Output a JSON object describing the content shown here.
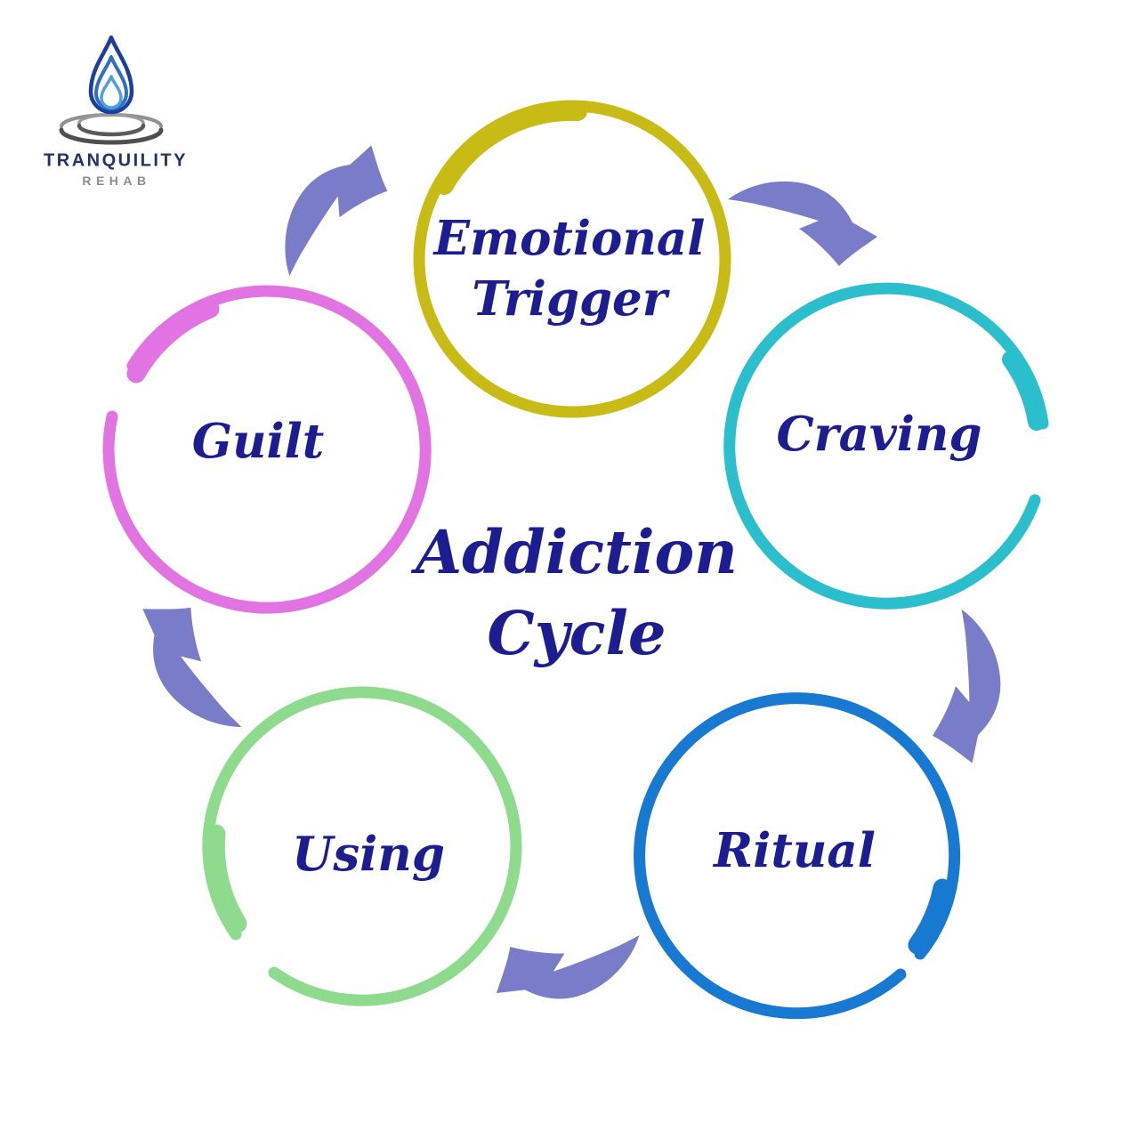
{
  "brand": {
    "name": "TRANQUILITY",
    "tagline": "REHAB",
    "name_color": "#203272",
    "tagline_color": "#8C8C8C",
    "drop_outer_color": "#1C3F9E",
    "drop_middle_color": "#2E6FC0",
    "drop_inner_color": "#4FA0DC",
    "ripple_dark_color": "#4F4F4F",
    "ripple_light_color": "#909090"
  },
  "diagram": {
    "title": "Addiction Cycle",
    "title_color": "#1D1D92",
    "label_color": "#1D1D92",
    "arrow_color": "#797CC9",
    "direction": "clockwise",
    "stages": [
      {
        "label": "Emotional Trigger",
        "color": "#C9BB16"
      },
      {
        "label": "Craving",
        "color": "#2BBFCE"
      },
      {
        "label": "Ritual",
        "color": "#1879D2"
      },
      {
        "label": "Using",
        "color": "#8EDB8E"
      },
      {
        "label": "Guilt",
        "color": "#E273E2"
      }
    ]
  }
}
